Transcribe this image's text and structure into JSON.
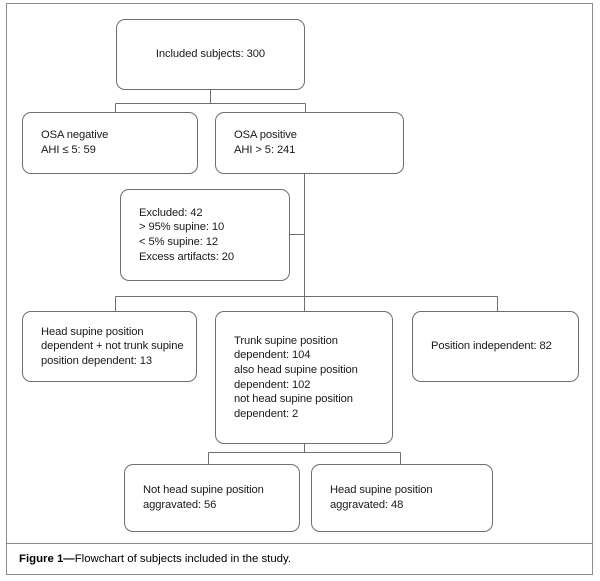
{
  "figure": {
    "caption_label": "Figure 1—",
    "caption_text": "Flowchart of subjects included in the study.",
    "frame_color": "#8c8c8c",
    "box_border_color": "#6e6e6e",
    "text_color": "#1a1a1a",
    "background": "#ffffff"
  },
  "chart_data": {
    "type": "diagram",
    "title": "Flowchart of subjects included in the study.",
    "nodes": [
      {
        "id": "included",
        "label": "Included subjects: 300",
        "level": 0,
        "value": 300
      },
      {
        "id": "osa-negative",
        "label": "OSA negative\nAHI ≤ 5: 59",
        "level": 1,
        "value": 59
      },
      {
        "id": "osa-positive",
        "label": "OSA positive\nAHI > 5: 241",
        "level": 1,
        "value": 241
      },
      {
        "id": "excluded",
        "label": "Excluded: 42\n> 95% supine: 10\n< 5% supine: 12\nExcess artifacts: 20",
        "level": 2,
        "value": 42
      },
      {
        "id": "head-supine-dependent",
        "label": "Head supine position\ndependent + not trunk supine\nposition dependent: 13",
        "level": 3,
        "value": 13
      },
      {
        "id": "trunk-supine-dependent",
        "label": "Trunk supine position\ndependent: 104\nalso head supine position\ndependent: 102\nnot head supine position\ndependent: 2",
        "level": 3,
        "value": 104
      },
      {
        "id": "position-independent",
        "label": "Position independent: 82",
        "level": 3,
        "value": 82
      },
      {
        "id": "not-head-supine-aggravated",
        "label": "Not head supine position\naggravated: 56",
        "level": 4,
        "value": 56
      },
      {
        "id": "head-supine-aggravated",
        "label": "Head supine position\naggravated: 48",
        "level": 4,
        "value": 48
      }
    ],
    "edges": [
      {
        "from": "included",
        "to": "osa-negative"
      },
      {
        "from": "included",
        "to": "osa-positive"
      },
      {
        "from": "osa-positive",
        "to": "excluded"
      },
      {
        "from": "osa-positive",
        "to": "head-supine-dependent"
      },
      {
        "from": "osa-positive",
        "to": "trunk-supine-dependent"
      },
      {
        "from": "osa-positive",
        "to": "position-independent"
      },
      {
        "from": "trunk-supine-dependent",
        "to": "not-head-supine-aggravated"
      },
      {
        "from": "trunk-supine-dependent",
        "to": "head-supine-aggravated"
      }
    ]
  },
  "boxes": {
    "included_subjects": "Included subjects: 300",
    "osa_negative": "OSA negative\nAHI ≤ 5: 59",
    "osa_positive": "OSA positive\nAHI > 5: 241",
    "excluded": "Excluded: 42\n> 95% supine: 10\n< 5% supine: 12\nExcess artifacts: 20",
    "head_supine_dependent": "Head supine position\ndependent + not trunk supine\nposition dependent: 13",
    "trunk_supine_dependent": "Trunk supine position\ndependent: 104\nalso head supine position\ndependent: 102\nnot head supine position\ndependent: 2",
    "position_independent": "Position independent: 82",
    "not_head_supine_aggravated": "Not head supine position\naggravated: 56",
    "head_supine_aggravated": "Head supine position\naggravated: 48"
  }
}
